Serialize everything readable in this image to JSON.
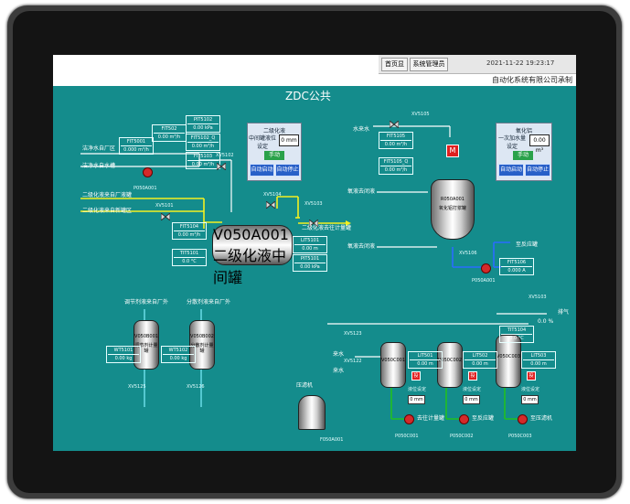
{
  "topbar": {
    "btn1": "首页显",
    "btn2": "系统管理员",
    "datetime": "2021-11-22 19:23:17",
    "company": "自动化系统有限公司承制"
  },
  "title": "ZDC公共",
  "left_section": {
    "inlet_labels": [
      "洁净水自厂区",
      "洁净水自水槽",
      "二级化液来自厂液罐",
      "二级化液来自新罐区"
    ],
    "pump_p1": "P050A001",
    "valve_labels": [
      "XV5102",
      "XV5101",
      "XV5104",
      "XV5103"
    ],
    "ibox_fit5001": {
      "tag": "FIT5001",
      "value": "0.000 m³/h"
    },
    "ibox_ft5002": {
      "tag": "FIT502",
      "value": "0.00 m³/h"
    },
    "ibox_pit5102": {
      "tag": "PIT5102",
      "value": "0.00 kPa"
    },
    "ibox_fit5102b": {
      "tag": "FIT5102_Q",
      "value": "0.00 m³/h"
    },
    "ibox_fit5103": {
      "tag": "FIT5103",
      "value": "0.00 m³/h"
    },
    "ibox_pit5101": {
      "tag": "PIT5101",
      "value": "0.00 kPa"
    },
    "ibox_tit5101": {
      "tag": "TIT5101",
      "value": "0.0 °C"
    },
    "ibox_lit5101": {
      "tag": "LIT5101",
      "value": "0.00 m"
    },
    "ibox_fit5104": {
      "tag": "FIT5104",
      "value": "0.00 m³/h"
    },
    "tank_name": "V050A001",
    "tank_label": "二级化液中间罐",
    "outlet_label": "二级化液去往计量罐"
  },
  "panel_left": {
    "title": "二级化液",
    "setpoint_label": "中间罐液位设定",
    "setpoint_value": "0 mm",
    "mode": "手动",
    "btn_start": "自动启动",
    "btn_stop": "自动停止"
  },
  "right_reactor": {
    "valve_label": "XV5105",
    "inlet_label": "水来水",
    "ibox_fit5105": {
      "tag": "FIT5105",
      "value": "0.00 m³/h"
    },
    "ibox_fit5105q": {
      "tag": "FIT5105_Q",
      "value": "0.00 m³/h"
    },
    "name": "R050A001",
    "label": "氧化铝打浆罐",
    "motor": "M",
    "out_labels": [
      "氧液去闭液",
      "氧液去闭液"
    ],
    "valve_out": "XV5106",
    "pump": "P050A001",
    "ibox_fit5106": {
      "tag": "FIT5106",
      "value": "0.000 A"
    },
    "discharge": "至反应罐"
  },
  "panel_right": {
    "title": "氧化铝",
    "setpoint_label": "一次加水量设定",
    "setpoint_value": "0.00 m³",
    "mode": "手动",
    "btn_start": "自动启动",
    "btn_stop": "自动停止"
  },
  "bottom_left": {
    "label1": "调节剂液来自厂外",
    "label2": "分散剂液来自厂外",
    "tank1": "V050B001",
    "tank1_label": "调节剂计量罐",
    "tank2": "V050B002",
    "tank2_label": "分散剂计量罐",
    "ibox_wt1": {
      "tag": "WT5101",
      "value": "0.00 kg"
    },
    "ibox_wt2": {
      "tag": "WT5102",
      "value": "0.00 kg"
    },
    "valve1": "XV5125",
    "valve2": "XV5126"
  },
  "bottom_mid": {
    "label": "压滤机",
    "name": "F050A001"
  },
  "bottom_right": {
    "valves": [
      "XV5123",
      "XV5122",
      "XV5103"
    ],
    "labels": [
      "来水",
      "来水",
      "排气"
    ],
    "tank1": "V050C001",
    "tank2": "V050C002",
    "tank3": "V050C003",
    "ibox_lit1": {
      "tag": "LIT501",
      "value": "0.00 m"
    },
    "ibox_lit2": {
      "tag": "LIT502",
      "value": "0.00 m"
    },
    "ibox_lit3": {
      "tag": "LIT503",
      "value": "0.00 m"
    },
    "ibox_tit": {
      "tag": "TIT5104",
      "value": "0.0 °C"
    },
    "level_label": "液位设定",
    "level_values": [
      "0 mm",
      "0 mm",
      "0 mm"
    ],
    "pumps": [
      "P050C001",
      "P050C002",
      "P050C003"
    ],
    "outlets": [
      "去往计量罐",
      "至反应罐",
      "至压滤机"
    ],
    "pressure": "0.0 %",
    "alarm_mark": "投"
  }
}
